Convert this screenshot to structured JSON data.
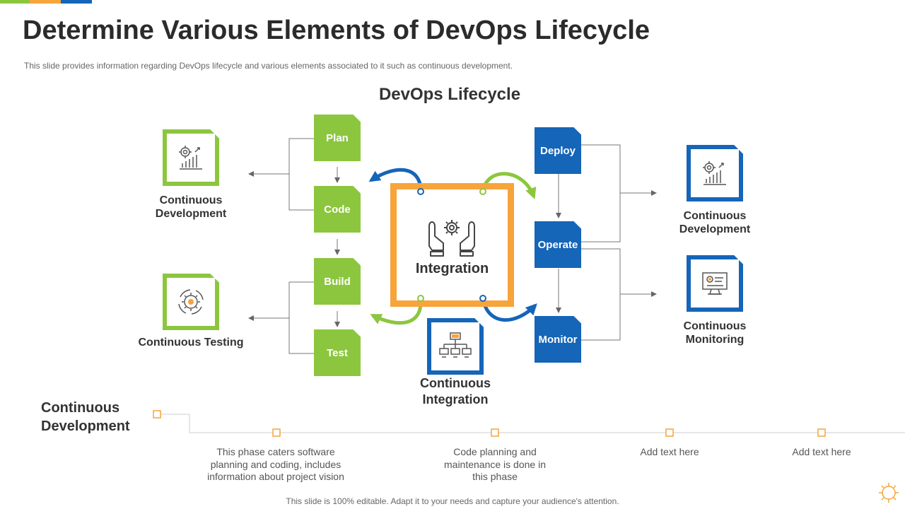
{
  "header": {
    "title": "Determine Various Elements of DevOps Lifecycle",
    "subtitle": "This slide provides information regarding DevOps lifecycle and various elements associated to it such as continuous development.",
    "accent_colors": [
      "#8cc63f",
      "#f7a43b",
      "#1565b8"
    ]
  },
  "diagram": {
    "title": "DevOps Lifecycle",
    "center": {
      "label": "Integration",
      "icon": "hands-gear-icon"
    },
    "left_steps": [
      "Plan",
      "Code",
      "Build",
      "Test"
    ],
    "right_steps": [
      "Deploy",
      "Operate",
      "Monitor"
    ],
    "left_cards": [
      {
        "label": "Continuous Development",
        "icon": "gear-chart-icon"
      },
      {
        "label": "Continuous Testing",
        "icon": "gear-cycle-icon"
      }
    ],
    "right_cards": [
      {
        "label": "Continuous Development",
        "icon": "gear-chart-icon"
      },
      {
        "label": "Continuous Monitoring",
        "icon": "monitor-icon"
      }
    ],
    "bottom_card": {
      "label": "Continuous Integration",
      "icon": "network-icon"
    },
    "colors": {
      "green": "#8cc63f",
      "blue": "#1565b8",
      "orange": "#f7a43b"
    }
  },
  "timeline": {
    "title": "Continuous Development",
    "items": [
      "This phase caters software planning and coding, includes information about project vision",
      "Code planning and maintenance is done in this phase",
      "Add text here",
      "Add text here"
    ]
  },
  "footer": "This slide is 100% editable. Adapt it to your needs and capture your audience's attention."
}
